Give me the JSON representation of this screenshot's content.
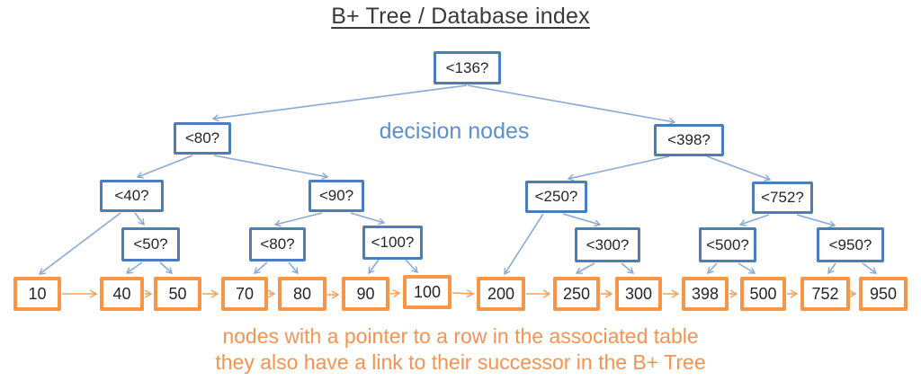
{
  "title": "B+ Tree / Database index",
  "labels": {
    "decision_nodes": "decision nodes",
    "caption_line1": "nodes with a pointer to a row in the associated table",
    "caption_line2": "they also have a link to their successor in the B+ Tree"
  },
  "tree": {
    "decision_nodes": [
      {
        "label": "<136?"
      },
      {
        "label": "<80?"
      },
      {
        "label": "<398?"
      },
      {
        "label": "<40?"
      },
      {
        "label": "<90?"
      },
      {
        "label": "<250?"
      },
      {
        "label": "<752?"
      },
      {
        "label": "<50?"
      },
      {
        "label": "<80?"
      },
      {
        "label": "<100?"
      },
      {
        "label": "<300?"
      },
      {
        "label": "<500?"
      },
      {
        "label": "<950?"
      }
    ],
    "leaf_nodes": [
      {
        "value": "10"
      },
      {
        "value": "40"
      },
      {
        "value": "50"
      },
      {
        "value": "70"
      },
      {
        "value": "80"
      },
      {
        "value": "90"
      },
      {
        "value": "100"
      },
      {
        "value": "200"
      },
      {
        "value": "250"
      },
      {
        "value": "300"
      },
      {
        "value": "398"
      },
      {
        "value": "500"
      },
      {
        "value": "752"
      },
      {
        "value": "950"
      }
    ]
  },
  "colors": {
    "decision_border": "#4a7ebb",
    "decision_arrow": "#88aad8",
    "leaf_border": "#f79646",
    "leaf_arrow": "#f9a159",
    "decision_label_text": "#5e8fcc",
    "caption_text": "#f79350",
    "title_text": "#3a3a3a"
  }
}
